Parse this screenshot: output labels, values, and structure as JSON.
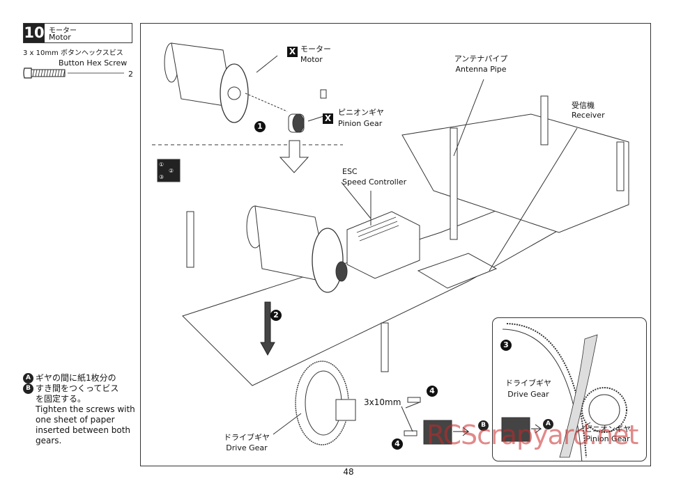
{
  "step": {
    "number": "10",
    "title_jp": "モーター",
    "title_en": "Motor"
  },
  "parts": {
    "screw_jp": "3 x 10mm ボタンヘックスビス",
    "screw_en": "Button Hex Screw",
    "screw_qty": "2"
  },
  "callouts": {
    "motor_jp": "モーター",
    "motor_en": "Motor",
    "motor_mark": "X",
    "pinion_jp": "ピニオンギヤ",
    "pinion_en": "Pinion Gear",
    "pinion_mark": "X",
    "antenna_jp": "アンテナパイプ",
    "antenna_en": "Antenna Pipe",
    "receiver_jp": "受信機",
    "receiver_en": "Receiver",
    "esc_1": "ESC",
    "esc_2": "Speed Controller",
    "drive_jp": "ドライブギヤ",
    "drive_en": "Drive Gear",
    "screw_size": "3x10mm",
    "order_1": "①",
    "order_2": "②",
    "order_3": "③"
  },
  "steps_marks": {
    "s1": "1",
    "s2": "2",
    "s3": "3",
    "s4a": "4",
    "s4b": "4",
    "toB": "B",
    "toA": "A"
  },
  "note": {
    "a_mark": "A",
    "a_jp": "ギヤの間に紙1枚分の",
    "b_mark": "B",
    "b_jp": "すき間をつくってビス",
    "jp3": "を固定する。",
    "en": [
      "Tighten the screws with",
      "one sheet of paper",
      "inserted between both",
      "gears."
    ]
  },
  "inset": {
    "mark": "3",
    "drive_jp": "ドライブギヤ",
    "drive_en": "Drive Gear",
    "pinion_jp": "ピニオンギヤ",
    "pinion_en": "Pinion Gear"
  },
  "page_number": "48",
  "watermark": "RCScrapyard.net"
}
